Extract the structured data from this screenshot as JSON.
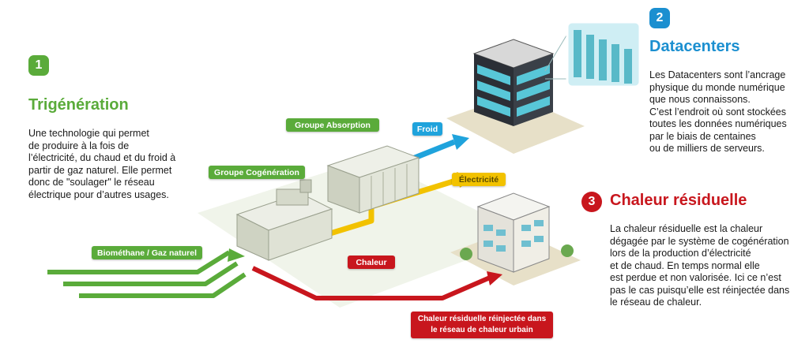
{
  "colors": {
    "green": "#5aab3a",
    "blue": "#1fa3dc",
    "red": "#c8161d",
    "yellow": "#f2c200",
    "dark_text": "#1a1a1a",
    "datacenter_title": "#1b8fd0"
  },
  "section1": {
    "number": "1",
    "title": "Trigénération",
    "description": [
      "Une technologie qui permet",
      "de produire à la fois de",
      "l’électricité, du chaud et du froid à",
      "partir de gaz naturel. Elle permet",
      "donc de \"soulager\" le réseau",
      "électrique pour d’autres usages."
    ]
  },
  "section2": {
    "number": "2",
    "title": "Datacenters",
    "description": [
      "Les Datacenters sont l’ancrage",
      "physique du monde numérique",
      "que nous connaissons.",
      "C’est l’endroit où sont stockées",
      "toutes les données numériques",
      "par le biais de centaines",
      "ou de milliers de serveurs."
    ]
  },
  "section3": {
    "number": "3",
    "title": "Chaleur résiduelle",
    "description": [
      "La chaleur résiduelle est la chaleur",
      "dégagée par le système de cogénération",
      "lors de la production d’électricité",
      "et de chaud. En temps normal elle",
      "est perdue et non valorisée. Ici ce n’est",
      "pas le cas puisqu’elle est réinjectée dans",
      "le réseau de chaleur."
    ]
  },
  "diagram_labels": {
    "groupe_absorption": "Groupe Absorption",
    "groupe_cogeneration": "Groupe Cogénération",
    "froid": "Froid",
    "electricite": "Électricité",
    "chaleur": "Chaleur",
    "biomethane": "Biométhane / Gaz naturel",
    "reinjection": [
      "Chaleur résiduelle réinjectée dans",
      "le réseau de chaleur urbain"
    ]
  }
}
